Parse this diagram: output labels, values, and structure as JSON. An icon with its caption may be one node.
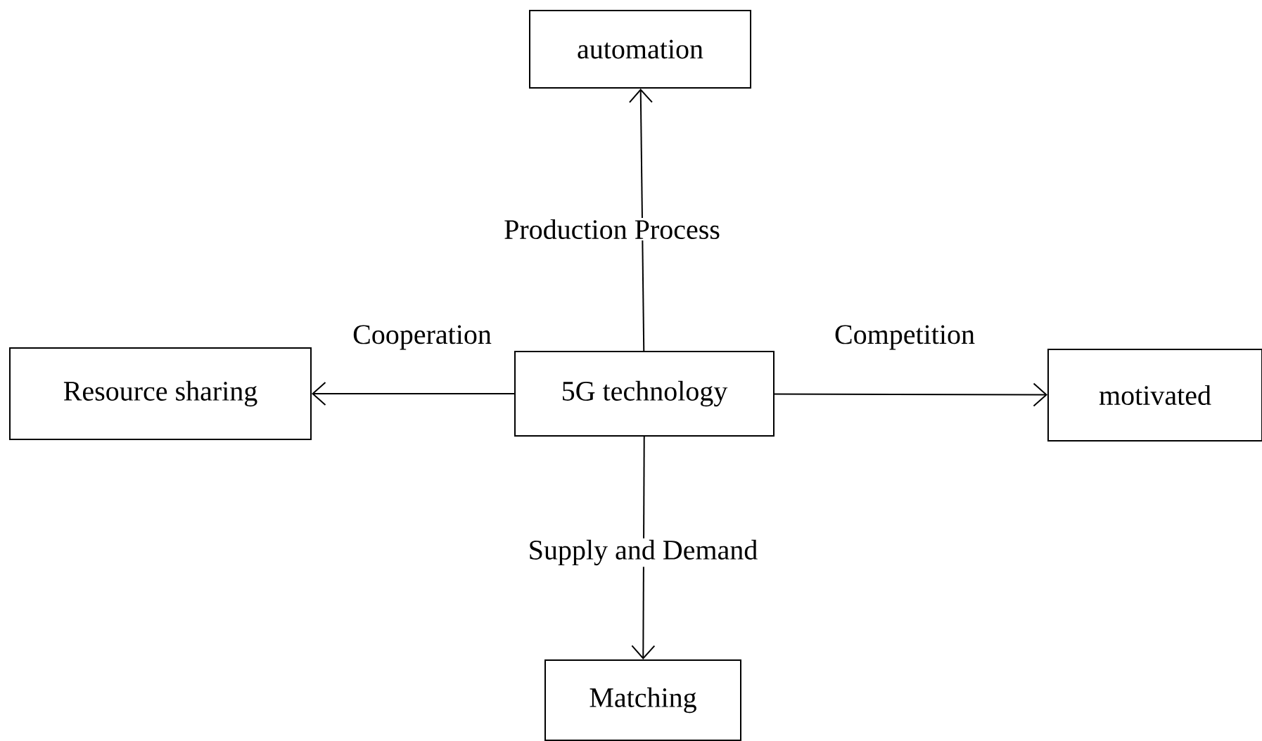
{
  "diagram": {
    "nodes": [
      {
        "text": [
          "5G technology"
        ]
      },
      {
        "text": [
          "automation"
        ]
      },
      {
        "text": [
          "Resource sharing"
        ]
      },
      {
        "text": [
          "motivated"
        ]
      },
      {
        "text": [
          "Matching"
        ]
      }
    ],
    "edges": [
      {
        "from": 0,
        "to": 1,
        "arrow": "to",
        "label": "Production Process"
      },
      {
        "from": 0,
        "to": 2,
        "arrow": "to",
        "label": "Cooperation"
      },
      {
        "from": 0,
        "to": 3,
        "arrow": "to",
        "label": "Competition"
      },
      {
        "from": 0,
        "to": 4,
        "arrow": "to",
        "label": "Supply and Demand"
      }
    ]
  }
}
